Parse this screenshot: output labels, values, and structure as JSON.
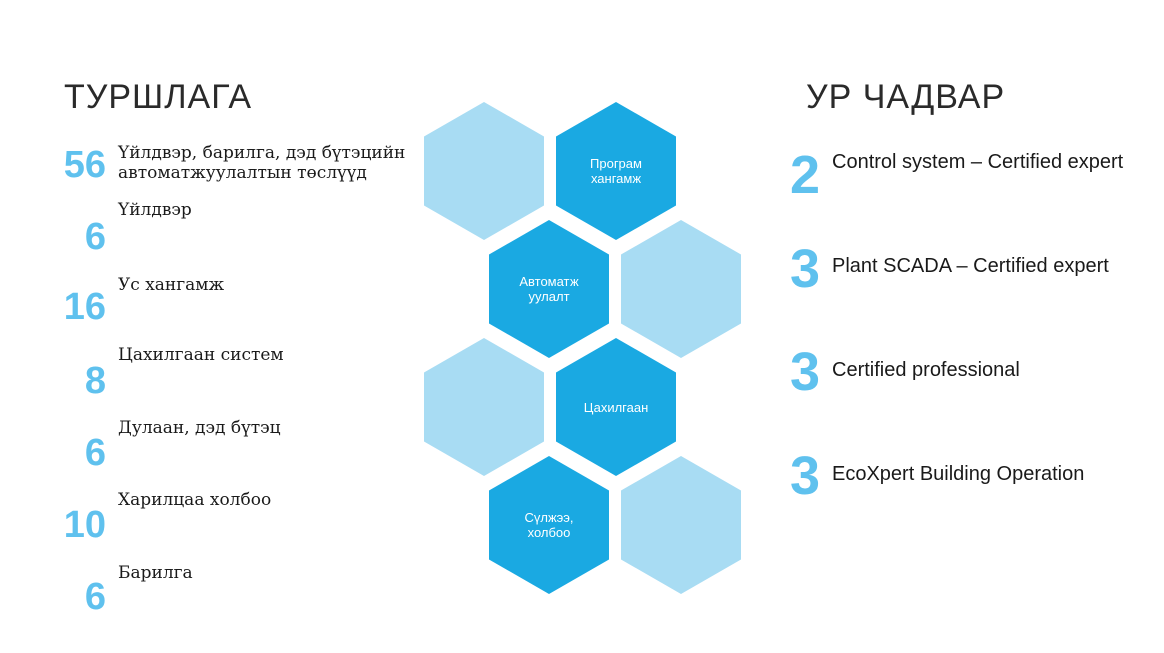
{
  "left_section": {
    "title": "ТУРШЛАГА",
    "items": [
      {
        "number": "56",
        "label": "Үйлдвэр, барилга, дэд бүтэцийн автоматжуулалтын төслүүд"
      },
      {
        "number": "6",
        "label": "Үйлдвэр"
      },
      {
        "number": "16",
        "label": "Ус хангамж"
      },
      {
        "number": "8",
        "label": "Цахилгаан систем"
      },
      {
        "number": "6",
        "label": "Дулаан, дэд бүтэц"
      },
      {
        "number": "10",
        "label": "Харилцаа холбоо"
      },
      {
        "number": "6",
        "label": "Барилга"
      }
    ]
  },
  "center_hexagons": {
    "labels": [
      "Програм хангамж",
      "Автоматж уулалт",
      "Цахилгаан",
      "Сүлжээ, холбоо"
    ],
    "colors": {
      "dark": "#1aa9e2",
      "light": "#a8dcf3"
    }
  },
  "right_section": {
    "title": "УР ЧАДВАР",
    "items": [
      {
        "number": "2",
        "label": "Control system – Certified expert"
      },
      {
        "number": "3",
        "label": "Plant SCADA – Certified expert"
      },
      {
        "number": "3",
        "label": "Certified professional"
      },
      {
        "number": "3",
        "label": "EcoXpert Building Operation"
      }
    ]
  },
  "colors": {
    "accent_number": "#5fc1ee"
  }
}
